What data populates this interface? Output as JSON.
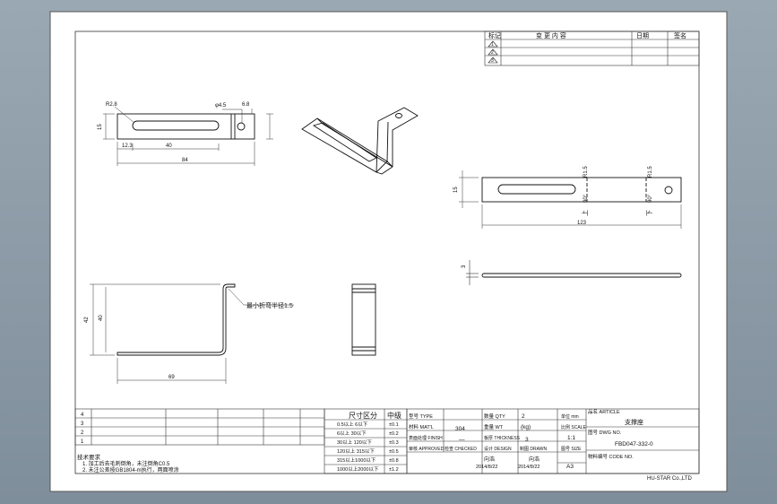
{
  "revision_table": {
    "headers": [
      "标记",
      "变 更 内 容",
      "日期",
      "签名"
    ],
    "row_marks": [
      "1",
      "2",
      "3"
    ]
  },
  "dimensions": {
    "front": {
      "radius": "R2.8",
      "hole_diameter": "φ4.5",
      "hole_offset": "6.8",
      "height": "15",
      "slot_start": "12.3",
      "slot_length": "40",
      "total_length": "84"
    },
    "flat": {
      "width": "15",
      "total_length": "123",
      "bend_up": "上",
      "bend_down": "下",
      "angle_1": "90°",
      "angle_2": "90°",
      "radius_1": "R1.5",
      "radius_2": "R1.5"
    },
    "thickness": "3",
    "bottom": {
      "height_outer": "42",
      "height_inner": "40",
      "length": "69",
      "note": "最小折弯半径1.5"
    }
  },
  "tolerance_table": {
    "headers": [
      "尺寸区分",
      "中级"
    ],
    "rows": [
      [
        "0.5以上 6以下",
        "±0.1"
      ],
      [
        "6以上 30以下",
        "±0.2"
      ],
      [
        "30以上 120以下",
        "±0.3"
      ],
      [
        "120以上 315以下",
        "±0.5"
      ],
      [
        "315以上1000以下",
        "±0.8"
      ],
      [
        "1000以上2000以下",
        "±1.2"
      ]
    ]
  },
  "title_block": {
    "type_label": "型号 TYPE",
    "material_label": "材料 MAT'L",
    "material": "304",
    "finish_label": "表面处理 FINISH",
    "finish": "—",
    "qty_label": "数量 QTY",
    "qty": "2",
    "weight_label": "重量 WT",
    "weight": "(kg)",
    "thickness_label": "板厚 THICKNESS",
    "thickness": "3",
    "approved_label": "审核 APPROVED",
    "checked_label": "检查 CHECKED",
    "design_label": "设计 DESIGN",
    "design_name": "向浩",
    "design_date": "2014/8/22",
    "drawn_label": "制图 DRAWN",
    "drawn_name": "向浩",
    "drawn_date": "2014/8/22",
    "unit_label": "单位 mm",
    "scale_label": "比例 SCALE",
    "scale": "1:1",
    "size_label": "图号 SIZE",
    "size": "A3",
    "article_label": "品名 ARTICLE",
    "article": "支撑座",
    "dwg_label": "图号 DWG NO.",
    "dwg_no": "FBD047-332-0",
    "code_label": "物料编号 CODE NO.",
    "company": "HU-STAR Co.,LTD"
  },
  "notes": {
    "title": "技术要求",
    "line1": "1. 加工后去毛刺倒角，未注倒角C0.5",
    "line2": "2. 未注公差按GB1804-m执行，两面喷涂"
  },
  "left_block_marks": [
    "1",
    "2",
    "3",
    "4"
  ]
}
